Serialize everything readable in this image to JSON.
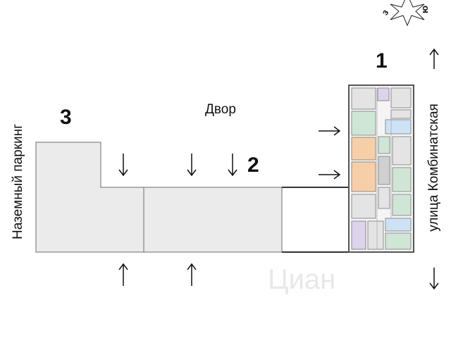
{
  "site_plan": {
    "buildings": [
      {
        "number": "1"
      },
      {
        "number": "2"
      },
      {
        "number": "3"
      }
    ],
    "yard_label": "Двор",
    "parking_label": "Наземный паркинг",
    "street_label": "улица Комбинатская",
    "compass": {
      "west": "з",
      "south": "ю"
    },
    "watermark": "Циан"
  },
  "colors": {
    "building_fill": "#ebebeb",
    "building_stroke": "#6d6d6d",
    "apt_green": "#cfe6d6",
    "apt_purple": "#ddd3ec",
    "apt_orange": "#f6cfa8",
    "apt_blue": "#cde3f5",
    "apt_grey": "#e4e4e4"
  }
}
